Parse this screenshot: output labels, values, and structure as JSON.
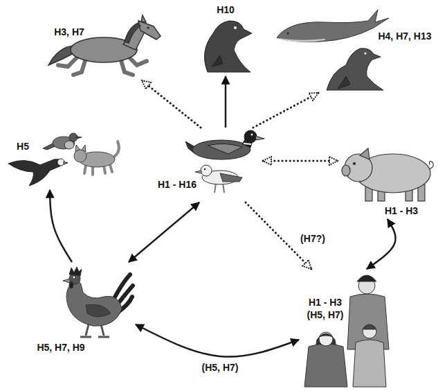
{
  "diagram": {
    "nodes": [
      {
        "text": [
          "H3, H7"
        ]
      },
      {
        "text": [
          "H10"
        ]
      },
      {
        "text": [
          "H4, H7, H13"
        ]
      },
      {
        "text": [
          "H5"
        ]
      },
      {
        "text": [
          "H1 - H16"
        ]
      },
      {
        "text": [
          "H1 - H3"
        ]
      },
      {
        "text": [
          "H5, H7, H9"
        ]
      },
      {
        "text": [
          "H1 - H3",
          "(H5, H7)"
        ]
      }
    ],
    "edges": [
      {
        "from": 4,
        "to": 0,
        "arrow": "to"
      },
      {
        "from": 4,
        "to": 1,
        "arrow": "to"
      },
      {
        "from": 4,
        "to": 2,
        "arrow": "to"
      },
      {
        "from": 4,
        "to": 5,
        "arrow": "both"
      },
      {
        "from": 4,
        "to": 6,
        "arrow": "both"
      },
      {
        "from": 4,
        "to": 7,
        "label": "(H7?)",
        "arrow": "to"
      },
      {
        "from": 6,
        "to": 3,
        "arrow": "to"
      },
      {
        "from": 6,
        "to": 7,
        "label": "(H5, H7)",
        "arrow": "both"
      },
      {
        "from": 5,
        "to": 7,
        "arrow": "both"
      }
    ]
  }
}
